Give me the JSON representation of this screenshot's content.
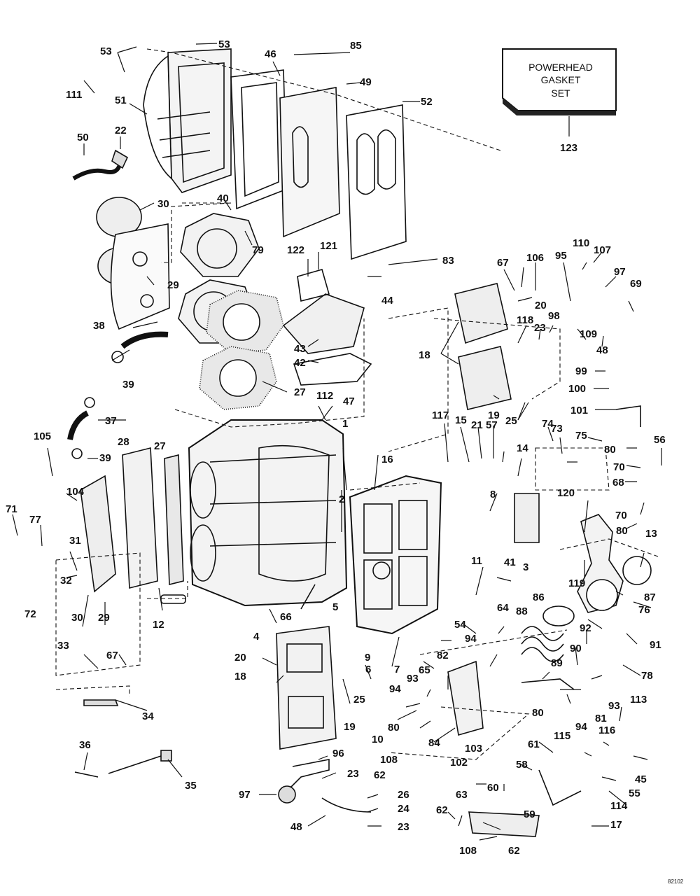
{
  "kit": {
    "line1": "POWERHEAD",
    "line2": "GASKET",
    "line3": "SET",
    "number": "123"
  },
  "drawing_code": "82102",
  "callouts": {
    "c1": "1",
    "c2": "2",
    "c3": "3",
    "c4": "4",
    "c5": "5",
    "c6": "6",
    "c7": "7",
    "c8": "8",
    "c9": "9",
    "c10": "10",
    "c11": "11",
    "c12": "12",
    "c13": "13",
    "c14": "14",
    "c15": "15",
    "c16": "16",
    "c17": "17",
    "c18a": "18",
    "c18b": "18",
    "c19a": "19",
    "c19b": "19",
    "c20a": "20",
    "c20b": "20",
    "c21": "21",
    "c22": "22",
    "c23a": "23",
    "c23b": "23",
    "c23c": "23",
    "c24": "24",
    "c25a": "25",
    "c25b": "25",
    "c26": "26",
    "c27a": "27",
    "c27b": "27",
    "c28": "28",
    "c29a": "29",
    "c29b": "29",
    "c30a": "30",
    "c30b": "30",
    "c31": "31",
    "c32": "32",
    "c33": "33",
    "c34": "34",
    "c35": "35",
    "c36": "36",
    "c37": "37",
    "c38": "38",
    "c39a": "39",
    "c39b": "39",
    "c40": "40",
    "c41": "41",
    "c42": "42",
    "c43": "43",
    "c44": "44",
    "c45": "45",
    "c46": "46",
    "c47": "47",
    "c48a": "48",
    "c48b": "48",
    "c49": "49",
    "c50": "50",
    "c51": "51",
    "c52": "52",
    "c53a": "53",
    "c53b": "53",
    "c54": "54",
    "c55": "55",
    "c56": "56",
    "c57": "57",
    "c58": "58",
    "c59": "59",
    "c60": "60",
    "c61": "61",
    "c62a": "62",
    "c62b": "62",
    "c62c": "62",
    "c63": "63",
    "c64": "64",
    "c65": "65",
    "c66": "66",
    "c67a": "67",
    "c67b": "67",
    "c68": "68",
    "c69": "69",
    "c70a": "70",
    "c70b": "70",
    "c71": "71",
    "c72": "72",
    "c73": "73",
    "c74": "74",
    "c75": "75",
    "c76": "76",
    "c77": "77",
    "c78": "78",
    "c79": "79",
    "c80a": "80",
    "c80b": "80",
    "c80c": "80",
    "c80d": "80",
    "c81": "81",
    "c82": "82",
    "c83": "83",
    "c84": "84",
    "c85": "85",
    "c86": "86",
    "c87": "87",
    "c88": "88",
    "c89": "89",
    "c90": "90",
    "c91": "91",
    "c92": "92",
    "c93a": "93",
    "c93b": "93",
    "c94a": "94",
    "c94b": "94",
    "c94c": "94",
    "c95": "95",
    "c96": "96",
    "c97a": "97",
    "c97b": "97",
    "c98": "98",
    "c99": "99",
    "c100": "100",
    "c101": "101",
    "c102": "102",
    "c103": "103",
    "c104": "104",
    "c105": "105",
    "c106": "106",
    "c107": "107",
    "c108a": "108",
    "c108b": "108",
    "c109": "109",
    "c110": "110",
    "c111": "111",
    "c112": "112",
    "c113": "113",
    "c114": "114",
    "c115": "115",
    "c116": "116",
    "c117": "117",
    "c118": "118",
    "c119": "119",
    "c120": "120",
    "c121": "121",
    "c122": "122"
  }
}
